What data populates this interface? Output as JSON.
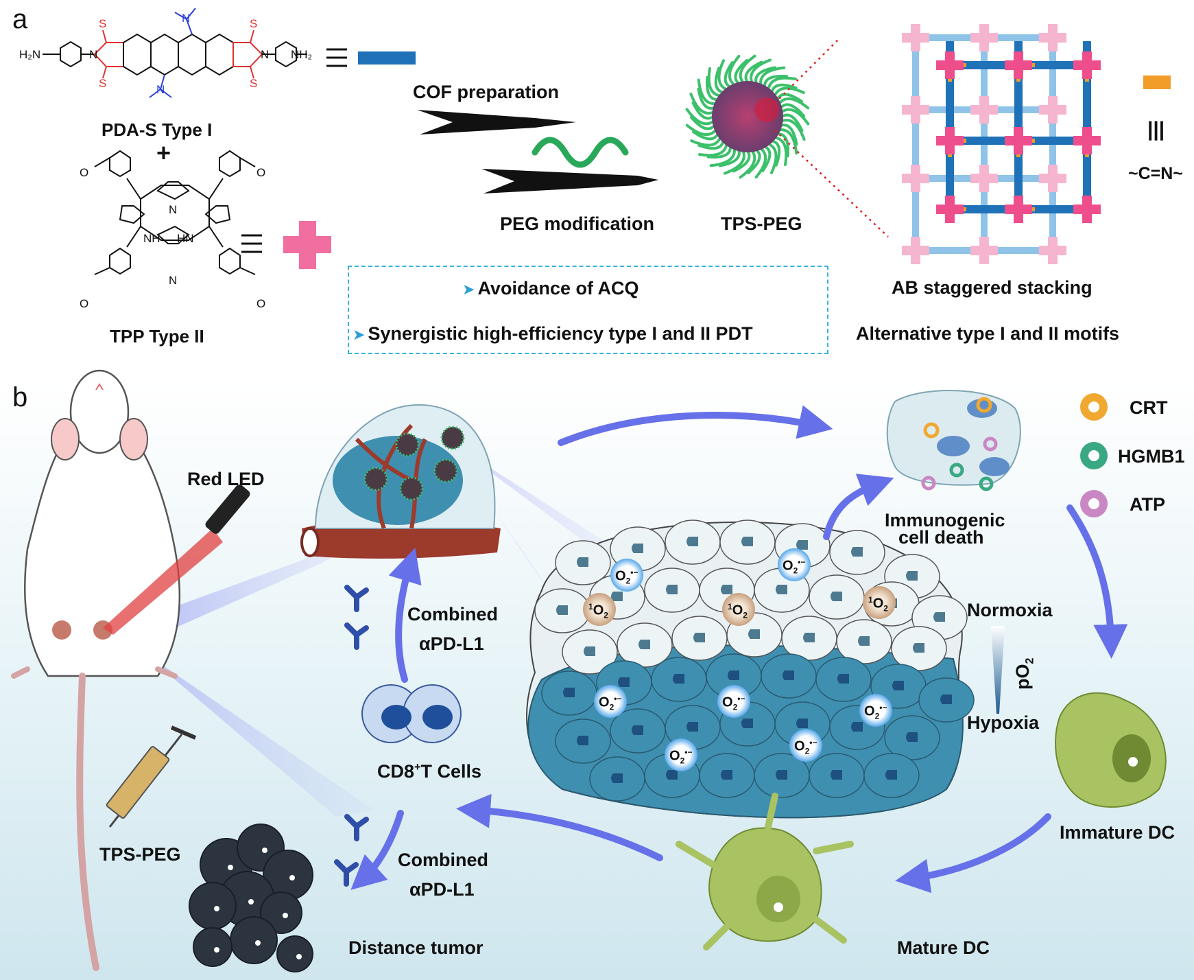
{
  "panel_a": {
    "letter": "a",
    "molecule1": {
      "name": "PDA-S Type I",
      "amine_left": "H₂N",
      "amine_right": "NH₂",
      "n_atom": "N",
      "s_atom": "S"
    },
    "plus": "+",
    "molecule2": {
      "name": "TPP Type II",
      "nh": "NH",
      "hn": "HN",
      "n_atom": "N",
      "aldehyde_o": "O"
    },
    "step1": "COF preparation",
    "step2": "PEG modification",
    "product": "TPS-PEG",
    "stacking": "AB staggered stacking",
    "motifs": "Alternative type I and II motifs",
    "linkage": "~C=N~",
    "linkage_equiv": "|||",
    "benefits": [
      "Avoidance of ACQ",
      "Synergistic high-efficiency type I and II PDT"
    ],
    "colors": {
      "pda": "#1f72b8",
      "tpp": "#f06ea0",
      "imine": "#f29d2a",
      "callout": "#35b3e0"
    }
  },
  "panel_b": {
    "letter": "b",
    "red_led": "Red LED",
    "injection": "TPS-PEG",
    "combined1_l1": "Combined",
    "combined1_l2": "αPD-L1",
    "combined2_l1": "Combined",
    "combined2_l2": "αPD-L1",
    "cd8": "CD8",
    "cd8_sup": "+",
    "cd8_rest": "T Cells",
    "distance_tumor": "Distance tumor",
    "icd_l1": "Immunogenic",
    "icd_l2": "cell death",
    "normoxia": "Normoxia",
    "hypoxia": "Hypoxia",
    "po2": "pO",
    "po2_sub": "2",
    "immature_dc": "Immature DC",
    "mature_dc": "Mature DC",
    "singlet_sup": "1",
    "singlet_base": "O",
    "singlet_sub": "2",
    "superoxide_base": "O",
    "superoxide_sub": "2",
    "superoxide_sup": "•−",
    "legend": [
      {
        "label": "CRT",
        "color": "#f0a830"
      },
      {
        "label": "HGMB1",
        "color": "#3aa882"
      },
      {
        "label": "ATP",
        "color": "#c987c3"
      }
    ],
    "colors": {
      "arrow": "#6670e8",
      "normoxic_cell": "#e8f0f3",
      "hypoxic_cell": "#3f8fb0",
      "dc": "#a9c262"
    }
  }
}
